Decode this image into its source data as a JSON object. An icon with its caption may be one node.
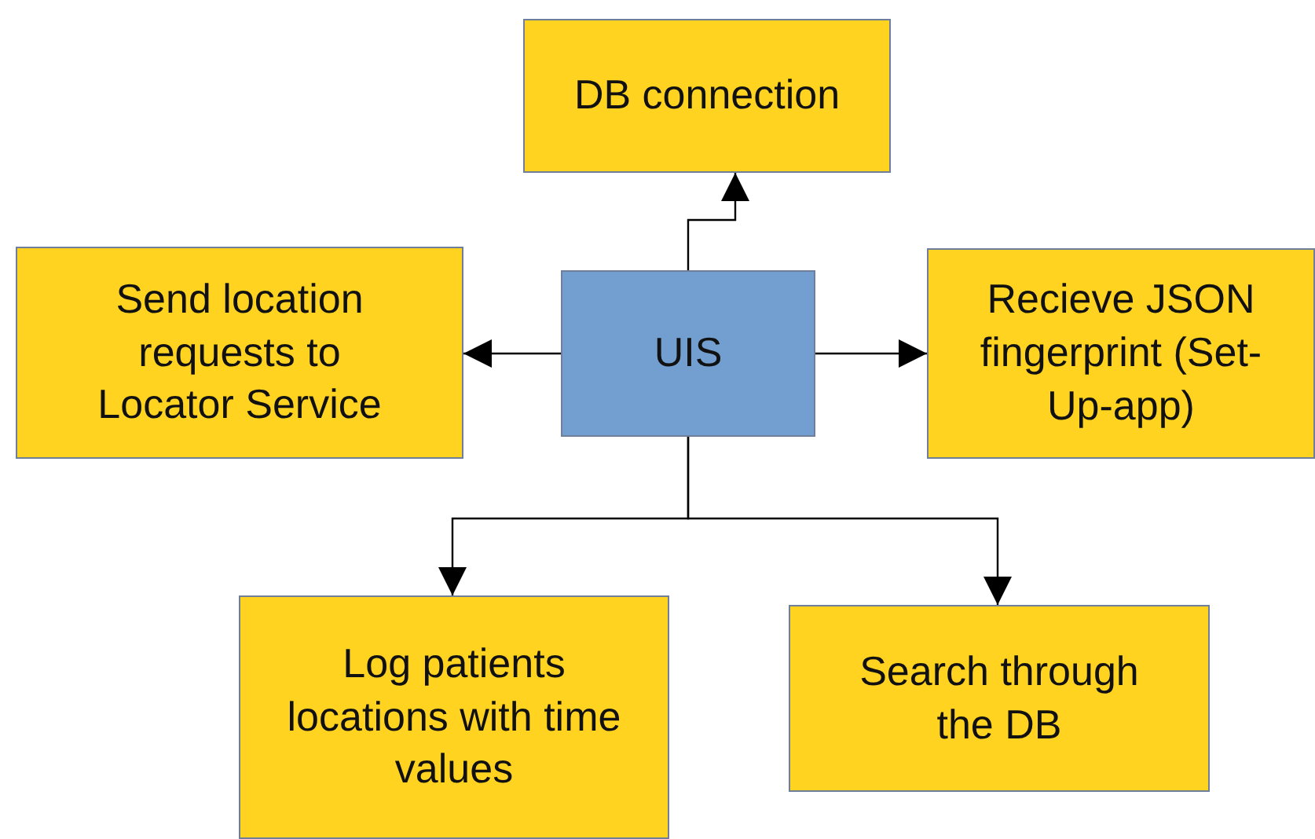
{
  "diagram": {
    "nodes": [
      {
        "text": [
          "DB connection"
        ]
      },
      {
        "text": [
          "Send location requests to Locator Service"
        ]
      },
      {
        "text": [
          "UIS"
        ]
      },
      {
        "text": [
          "Recieve JSON fingerprint (Set-Up-app)"
        ]
      },
      {
        "text": [
          "Log patients locations with time values"
        ]
      },
      {
        "text": [
          "Search through the DB"
        ]
      }
    ],
    "edges": [
      {
        "from": 2,
        "to": 0,
        "arrow": "to"
      },
      {
        "from": 2,
        "to": 1,
        "arrow": "to"
      },
      {
        "from": 2,
        "to": 3,
        "arrow": "to"
      },
      {
        "from": 2,
        "to": 4,
        "arrow": "to"
      },
      {
        "from": 2,
        "to": 5,
        "arrow": "to"
      }
    ]
  }
}
